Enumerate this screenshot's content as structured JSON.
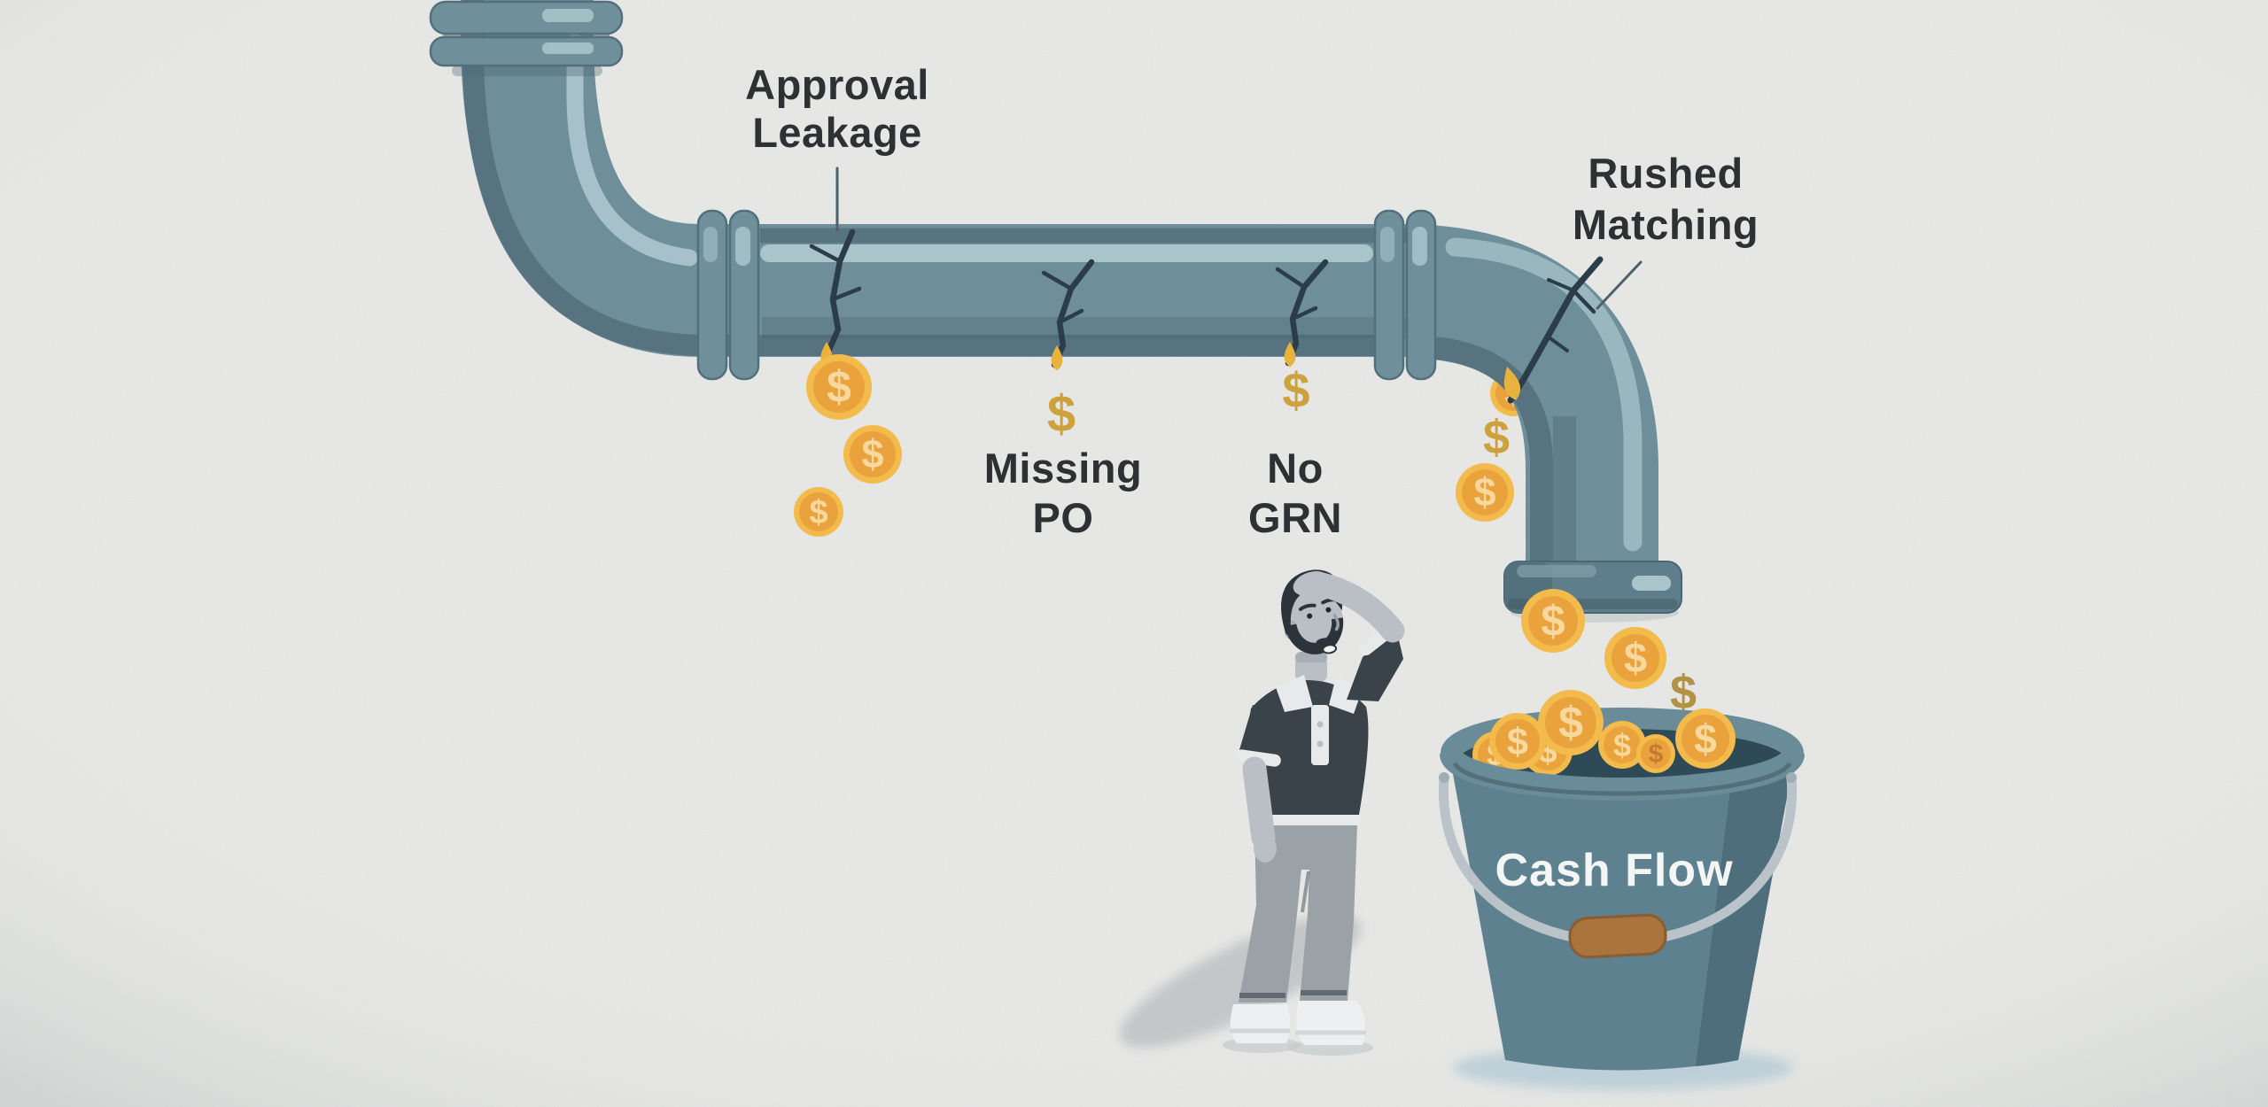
{
  "diagram": {
    "type": "leaky-pipe-illustration",
    "leak_labels": [
      {
        "id": "approval-leakage",
        "line1": "Approval",
        "line2": "Leakage"
      },
      {
        "id": "missing-po",
        "line1": "Missing",
        "line2": "PO"
      },
      {
        "id": "no-grn",
        "line1": "No",
        "line2": "GRN"
      },
      {
        "id": "rushed-matching",
        "line1": "Rushed",
        "line2": "Matching"
      }
    ],
    "bucket": {
      "label": "Cash Flow"
    },
    "currency_symbol": "$"
  },
  "colors": {
    "background": "#ebecea",
    "label_text": "#2e3134",
    "pointer_line": "#4e6069",
    "pipe_main": "#6e8e9a",
    "pipe_dark": "#55727e",
    "pipe_highlight": "#a9c4cb",
    "coupling": "#6f8f9b",
    "coupling_edge": "#51707c",
    "outlet_flange": "#5e7e8b",
    "crack": "#2b3d49",
    "drip": "#e8b23d",
    "coin_ring": "#f2bb4c",
    "coin_face": "#e9a23c",
    "coin_symbol": "#f7d9a0",
    "coin_symbol_dark": "#c07c33",
    "dollar_loose": "#cda23e",
    "dollar_loose_dark": "#b29245",
    "bucket_body": "#5e818f",
    "bucket_side": "#4d6b79",
    "bucket_interior": "#2f4a57",
    "bucket_rim": "#6a8b98",
    "bucket_rim_dark": "#49646f",
    "bucket_shadow": "#b7ccd7",
    "handle": "#b9c3c9",
    "grip": "#a9743e",
    "grip_dark": "#8a5c30",
    "cashflow_text": "#f4f6f6",
    "man_shirt": "#3a424a",
    "man_trim": "#e7e9eb",
    "man_skin": "#b9bfc5",
    "man_hair": "#2c333a",
    "man_pants": "#9aa1a7",
    "man_shoe": "#edeff0",
    "man_shadow": "#9aa1a5"
  }
}
